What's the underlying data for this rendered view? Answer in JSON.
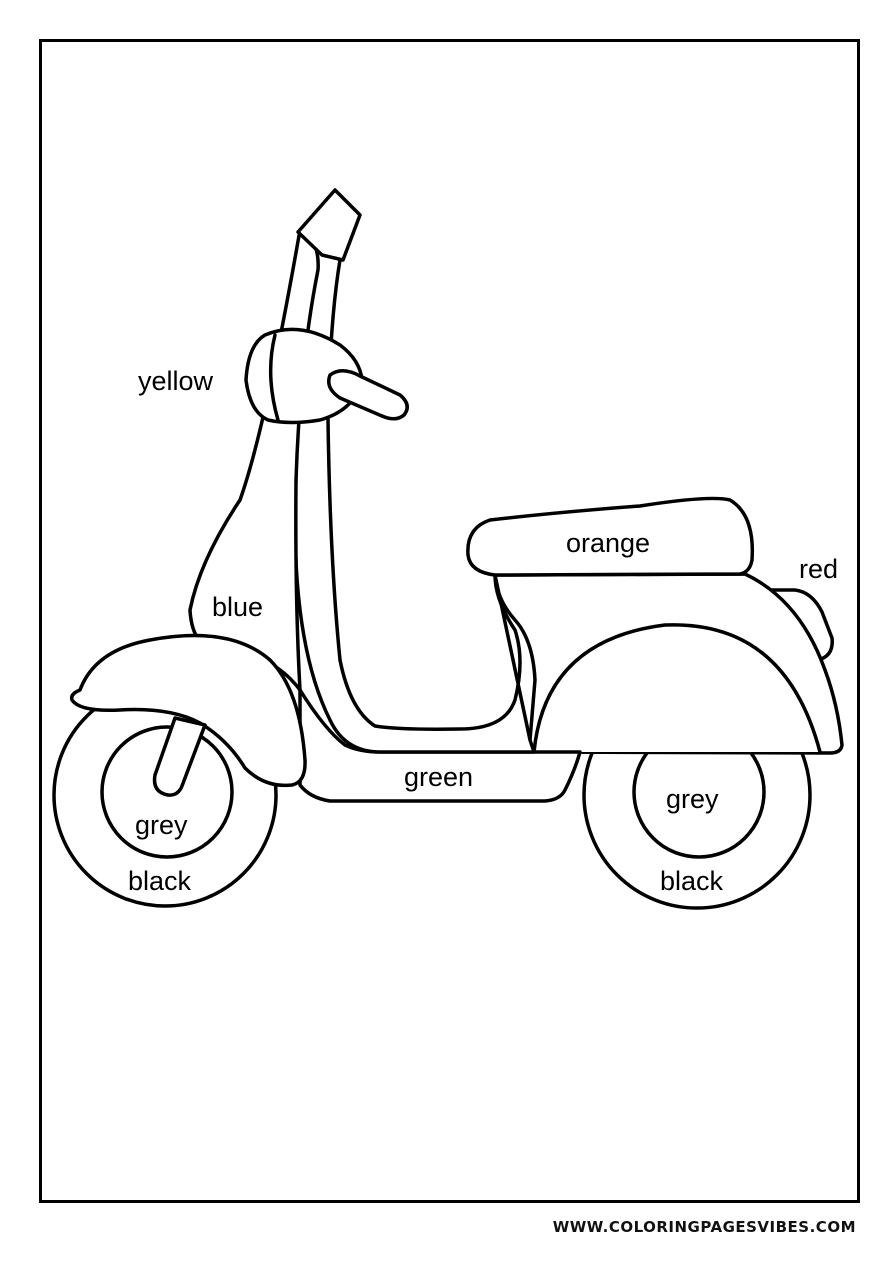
{
  "labels": {
    "headlight": "yellow",
    "front_body": "blue",
    "seat": "orange",
    "tail_light": "red",
    "footboard": "green",
    "front_hub": "grey",
    "front_tire": "black",
    "rear_hub": "grey",
    "rear_tire": "black"
  },
  "footer": {
    "website": "WWW.COLORINGPAGESVIBES.COM"
  },
  "colors": {
    "line": "#000000",
    "background": "#ffffff"
  }
}
